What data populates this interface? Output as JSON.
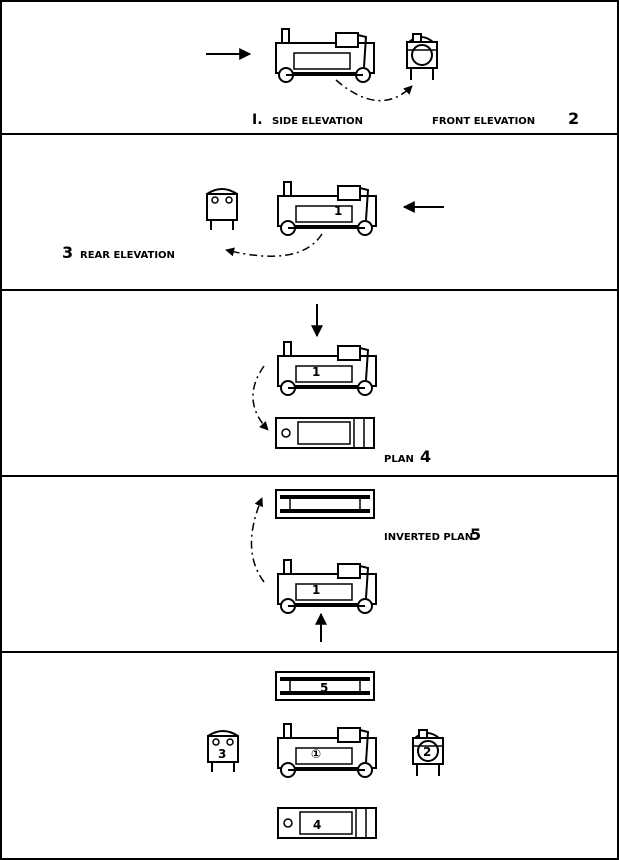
{
  "panels": [
    {
      "id": "p1",
      "labels": {
        "side": "SIDE ELEVATION",
        "side_num": "I.",
        "front": "FRONT ELEVATION",
        "front_num": "2"
      },
      "body_number": ""
    },
    {
      "id": "p2",
      "labels": {
        "rear": "REAR ELEVATION",
        "rear_num": "3"
      },
      "body_number": "1"
    },
    {
      "id": "p3",
      "labels": {
        "plan": "PLAN",
        "plan_num": "4"
      },
      "body_number": "1"
    },
    {
      "id": "p4",
      "labels": {
        "inverted": "INVERTED PLAN",
        "inverted_num": "5"
      },
      "body_number": "1"
    },
    {
      "id": "p5",
      "inverted_number": "5",
      "rear_number": "3",
      "side_number": "①",
      "front_number": "2",
      "plan_number": "4"
    }
  ]
}
